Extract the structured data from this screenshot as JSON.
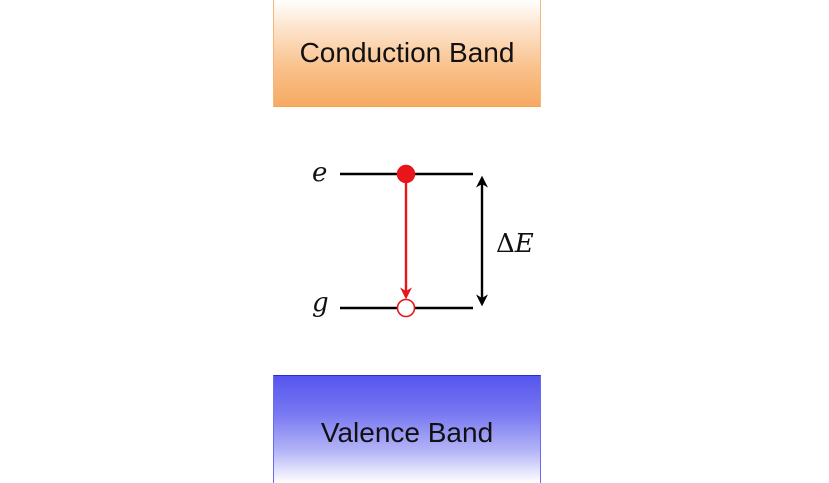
{
  "bands": {
    "conduction_label": "Conduction Band",
    "valence_label": "Valence Band"
  },
  "levels": {
    "excited_label": "e",
    "ground_label": "g"
  },
  "gap": {
    "delta_symbol": "Δ",
    "energy_symbol": "E"
  },
  "colors": {
    "conduction_band": "#f6aa63",
    "valence_band": "#5555ee",
    "transition": "#e8151b",
    "level_line": "#000000"
  }
}
